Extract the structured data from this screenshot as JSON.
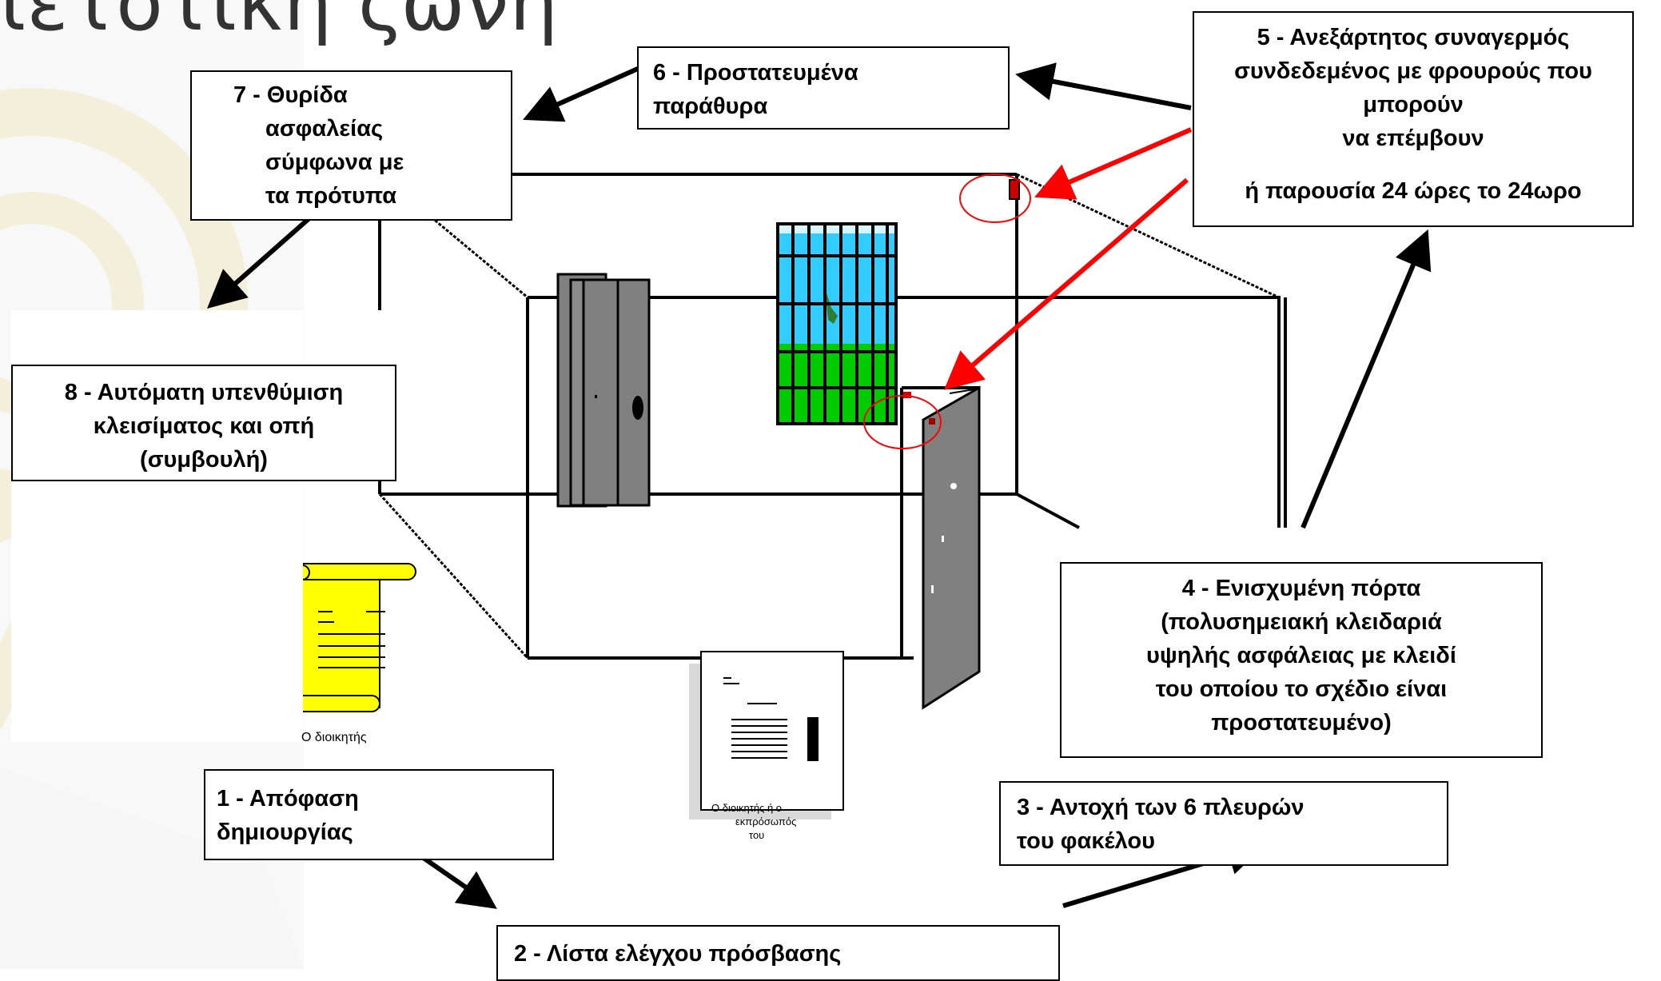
{
  "title": "ιετοτικη ζωνη",
  "labels": {
    "box7": [
      "7 - Θυρίδα",
      "ασφαλείας",
      "σύμφωνα με",
      "τα πρότυπα"
    ],
    "box6": [
      "6 - Προστατευμένα",
      "παράθυρα"
    ],
    "box5": [
      "5 - Ανεξάρτητος συναγερμός",
      "συνδεδεμένος με φρουρούς που",
      "μπορούν",
      "να επέμβουν",
      "ή παρουσία 24 ώρες το 24ωρο"
    ],
    "box8": [
      "8 - Αυτόματη υπενθύμιση",
      "κλεισίματος και οπή",
      "(συμβουλή)"
    ],
    "box4": [
      "4 - Ενισχυμένη πόρτα",
      "(πολυσημειακή κλειδαριά",
      "υψηλής ασφάλειας με κλειδί",
      "του οποίου το σχέδιο είναι",
      "προστατευμένο)"
    ],
    "box1": [
      "1 - Απόφαση",
      "δημιουργίας"
    ],
    "box3": [
      "3 - Αντοχή των 6 πλευρών",
      "του φακέλου"
    ],
    "box2": [
      "2 - Λίστα ελέγχου πρόσβασης"
    ]
  },
  "captions": {
    "scroll": "Ο διοικητής",
    "document_line1": "Ο διοικητής ή ο",
    "document_line2": "εκπρόσωπός",
    "document_line3": "του"
  },
  "colors": {
    "alarm_arrow": "#ff0000",
    "door_grey": "#808080",
    "window_sky": "#33ccff",
    "window_grass": "#00cc00",
    "scroll_yellow": "#ffff00",
    "watermark": "#efe8c8"
  }
}
